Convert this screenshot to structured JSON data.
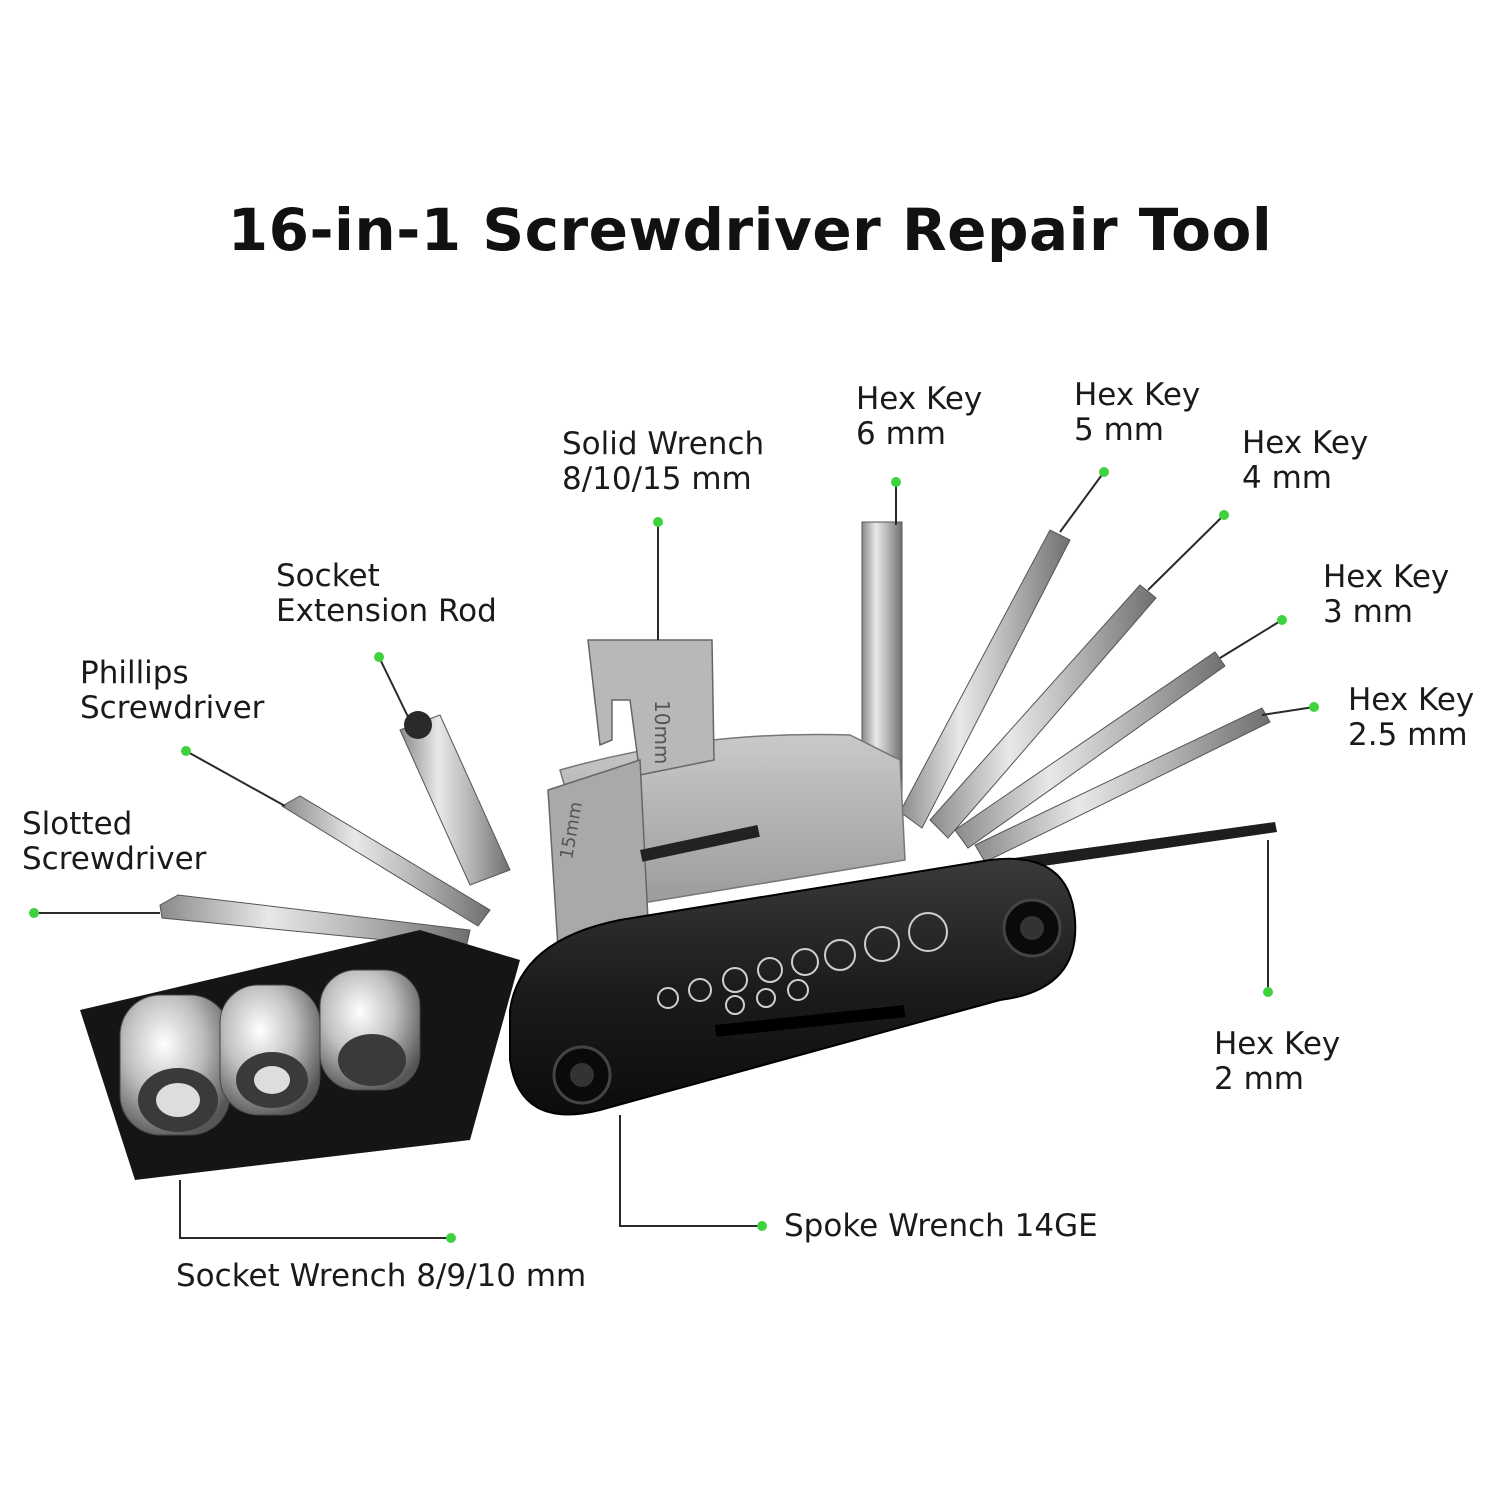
{
  "title": "16-in-1 Screwdriver Repair Tool",
  "accent_color": "#3fd23f",
  "labels": {
    "hex_6": [
      "Hex Key",
      "6 mm"
    ],
    "hex_5": [
      "Hex Key",
      "5 mm"
    ],
    "hex_4": [
      "Hex Key",
      "4 mm"
    ],
    "hex_3": [
      "Hex Key",
      "3 mm"
    ],
    "hex_25": [
      "Hex Key",
      "2.5 mm"
    ],
    "hex_2": [
      "Hex Key",
      "2 mm"
    ],
    "solid_wrench": [
      "Solid Wrench",
      "8/10/15 mm"
    ],
    "socket_ext": [
      "Socket",
      "Extension Rod"
    ],
    "phillips": [
      "Phillips",
      "Screwdriver"
    ],
    "slotted": [
      "Slotted",
      "Screwdriver"
    ],
    "spoke": "Spoke Wrench 14GE",
    "socket_wrench": "Socket Wrench 8/9/10 mm"
  },
  "engravings": {
    "wrench_10": "10mm",
    "wrench_15": "15mm"
  }
}
